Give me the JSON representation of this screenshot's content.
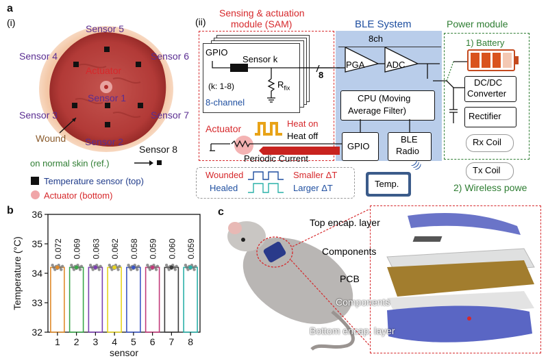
{
  "panel_a": {
    "label": "a",
    "sub_i": "(i)",
    "sub_ii": "(ii)",
    "sensor_labels": [
      "Sensor 1",
      "Sensor 2",
      "Sensor 3",
      "Sensor 4",
      "Sensor 5",
      "Sensor 6",
      "Sensor 7",
      "Sensor 8"
    ],
    "actuator_label": "Actuator",
    "wound_label": "Wound",
    "normal_skin_label": "on normal skin (ref.)",
    "legend_sensor": "Temperature sensor (top)",
    "legend_actuator": "Actuator (bottom)",
    "sam_title_line1": "Sensing & actuation",
    "sam_title_line2": "module (SAM)",
    "gpio": "GPIO",
    "sensor_k": "Sensor k",
    "k_range": "(k: 1-8)",
    "r_fix": "R",
    "r_fix_sub": "fix",
    "eight_channel": "8-channel",
    "bus_count": "8",
    "ble_system": "BLE System",
    "eight_ch": "8ch",
    "pga": "PGA",
    "adc": "ADC",
    "cpu_line1": "CPU (Moving",
    "cpu_line2": "Average Filter)",
    "gpio2": "GPIO",
    "ble_radio_line1": "BLE",
    "ble_radio_line2": "Radio",
    "actuator": "Actuator",
    "heat_on": "Heat on",
    "heat_off": "Heat off",
    "periodic_current": "Periodic Current",
    "wounded": "Wounded",
    "healed": "Healed",
    "smaller_dt": "Smaller ΔT",
    "larger_dt": "Larger ΔT",
    "temp_box": "Temp.",
    "power_module": "Power module",
    "battery": "1) Battery",
    "dcdc_line1": "DC/DC",
    "dcdc_line2": "Converter",
    "rectifier": "Rectifier",
    "rx_coil": "Rx Coil",
    "tx_coil": "Tx Coil",
    "wireless_power": "2) Wireless powe"
  },
  "panel_b": {
    "label": "b"
  },
  "panel_c": {
    "label": "c",
    "layers": [
      "Top encap. layer",
      "Components",
      "PCB",
      "Components",
      "Bottom encap. layer"
    ]
  },
  "chart_data": {
    "type": "bar",
    "title": "",
    "xlabel": "sensor",
    "ylabel": "Temperature (°C)",
    "categories": [
      "1",
      "2",
      "3",
      "4",
      "5",
      "6",
      "7",
      "8"
    ],
    "values": [
      34.2,
      34.2,
      34.2,
      34.2,
      34.2,
      34.2,
      34.2,
      34.2
    ],
    "bar_annotations": [
      "0.072",
      "0.069",
      "0.063",
      "0.062",
      "0.058",
      "0.059",
      "0.060",
      "0.059"
    ],
    "ylim": [
      32,
      36
    ],
    "yticks": [
      "32",
      "33",
      "34",
      "35",
      "36"
    ],
    "bar_colors": [
      "#e08a2a",
      "#3aa64a",
      "#7b3fb0",
      "#e6d21e",
      "#3b56c4",
      "#c23a7a",
      "#3a3a3a",
      "#2ab0a8"
    ],
    "grid": false
  }
}
